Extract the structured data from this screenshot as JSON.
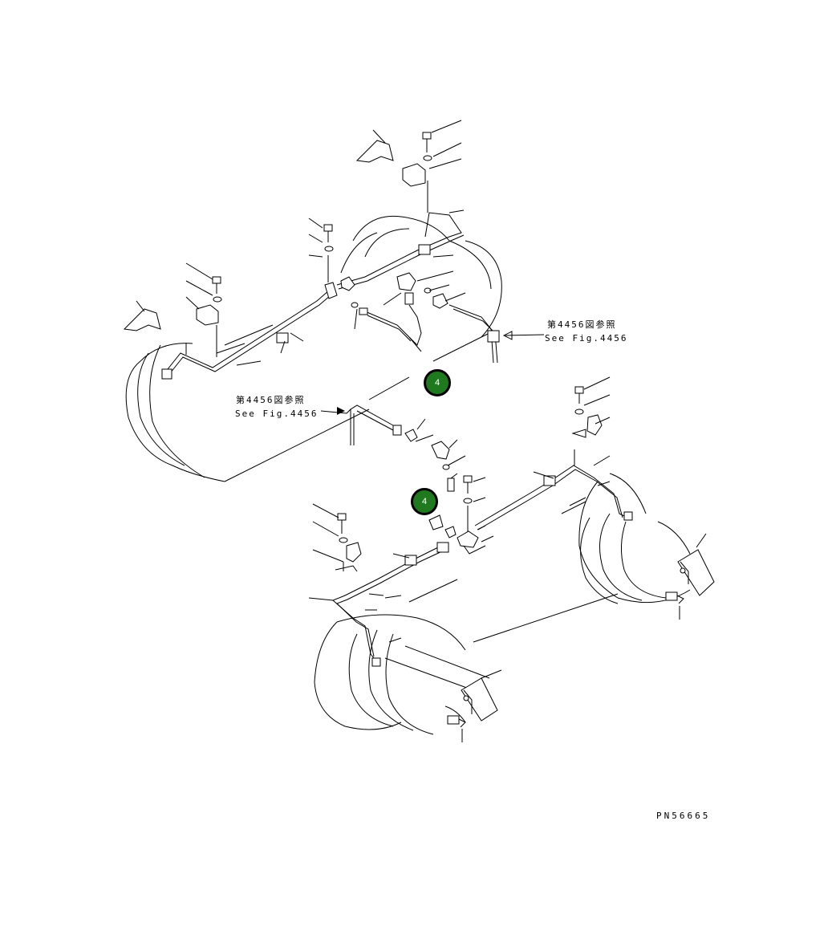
{
  "refs": {
    "ref1_jp": "第4456図参照",
    "ref1_en": "See Fig.4456",
    "ref2_jp": "第4456図参照",
    "ref2_en": "See Fig.4456"
  },
  "callouts": [
    {
      "label": "4"
    },
    {
      "label": "4"
    }
  ],
  "drawing_number": "PN56665",
  "colors": {
    "callout_fill": "#1f7a1f",
    "line": "#000000"
  }
}
